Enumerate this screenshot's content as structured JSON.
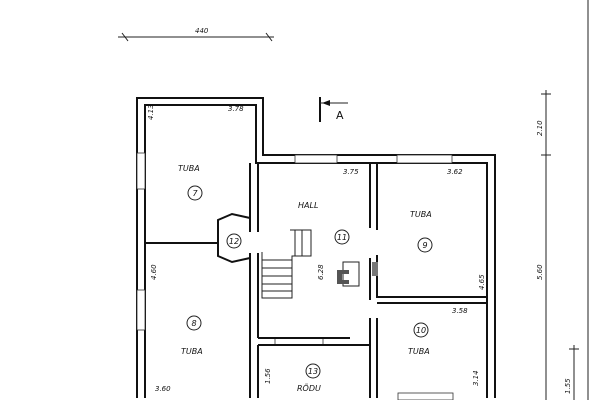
{
  "title": "Floor plan",
  "dimensions": {
    "top_width": "440",
    "right_upper": "2.10",
    "right_main": "5.60",
    "right_lower": "1.55"
  },
  "section_marker": "A",
  "rooms": [
    {
      "number": "7",
      "name": "TUBA",
      "width": "3.78",
      "height": "4.13"
    },
    {
      "number": "8",
      "name": "TUBA",
      "width": "3.60",
      "height": "4.60"
    },
    {
      "number": "9",
      "name": "TUBA",
      "width": "3.62",
      "height": "4.65"
    },
    {
      "number": "10",
      "name": "TUBA",
      "width": "3.58",
      "height": "3.14"
    },
    {
      "number": "11",
      "name": "HALL",
      "width": "3.75",
      "height": "6.28"
    },
    {
      "number": "12",
      "name": "",
      "width": "",
      "height": ""
    },
    {
      "number": "13",
      "name": "RÕDU",
      "width": "",
      "height": "1.56"
    }
  ]
}
